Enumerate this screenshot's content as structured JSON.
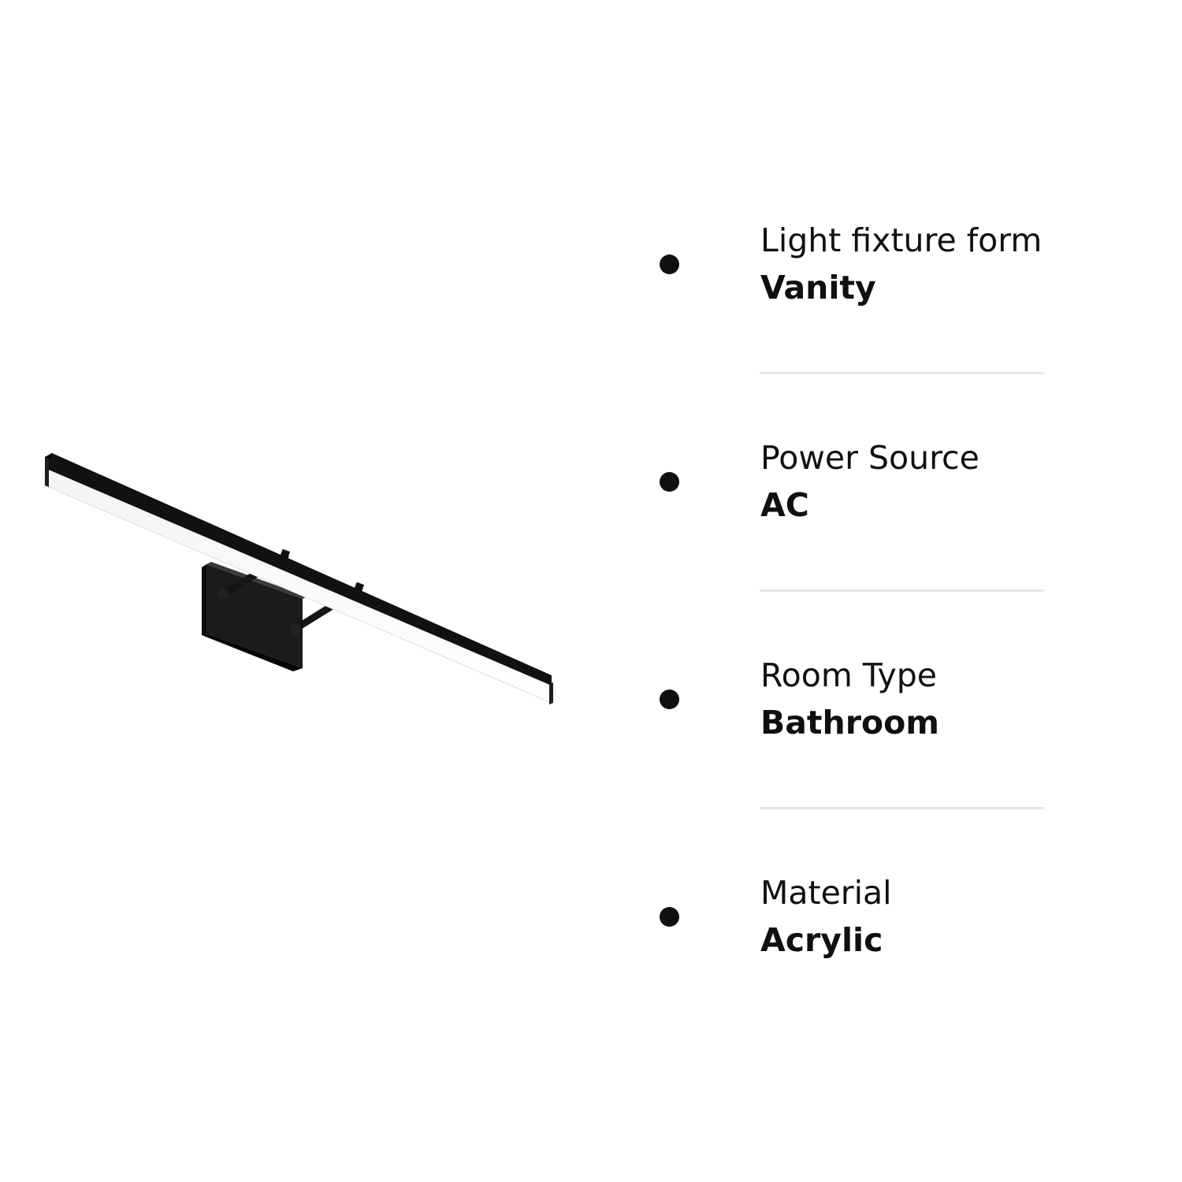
{
  "colors": {
    "text": "#0f1111",
    "divider": "#e7e7e7",
    "fixture_body": "#1a1a1a",
    "light_bar": "#ffffff"
  },
  "product_image": {
    "icon": "vanity-light-fixture-icon"
  },
  "specs": [
    {
      "label": "Light fixture form",
      "value": "Vanity"
    },
    {
      "label": "Power Source",
      "value": "AC"
    },
    {
      "label": "Room Type",
      "value": "Bathroom"
    },
    {
      "label": "Material",
      "value": "Acrylic"
    }
  ]
}
